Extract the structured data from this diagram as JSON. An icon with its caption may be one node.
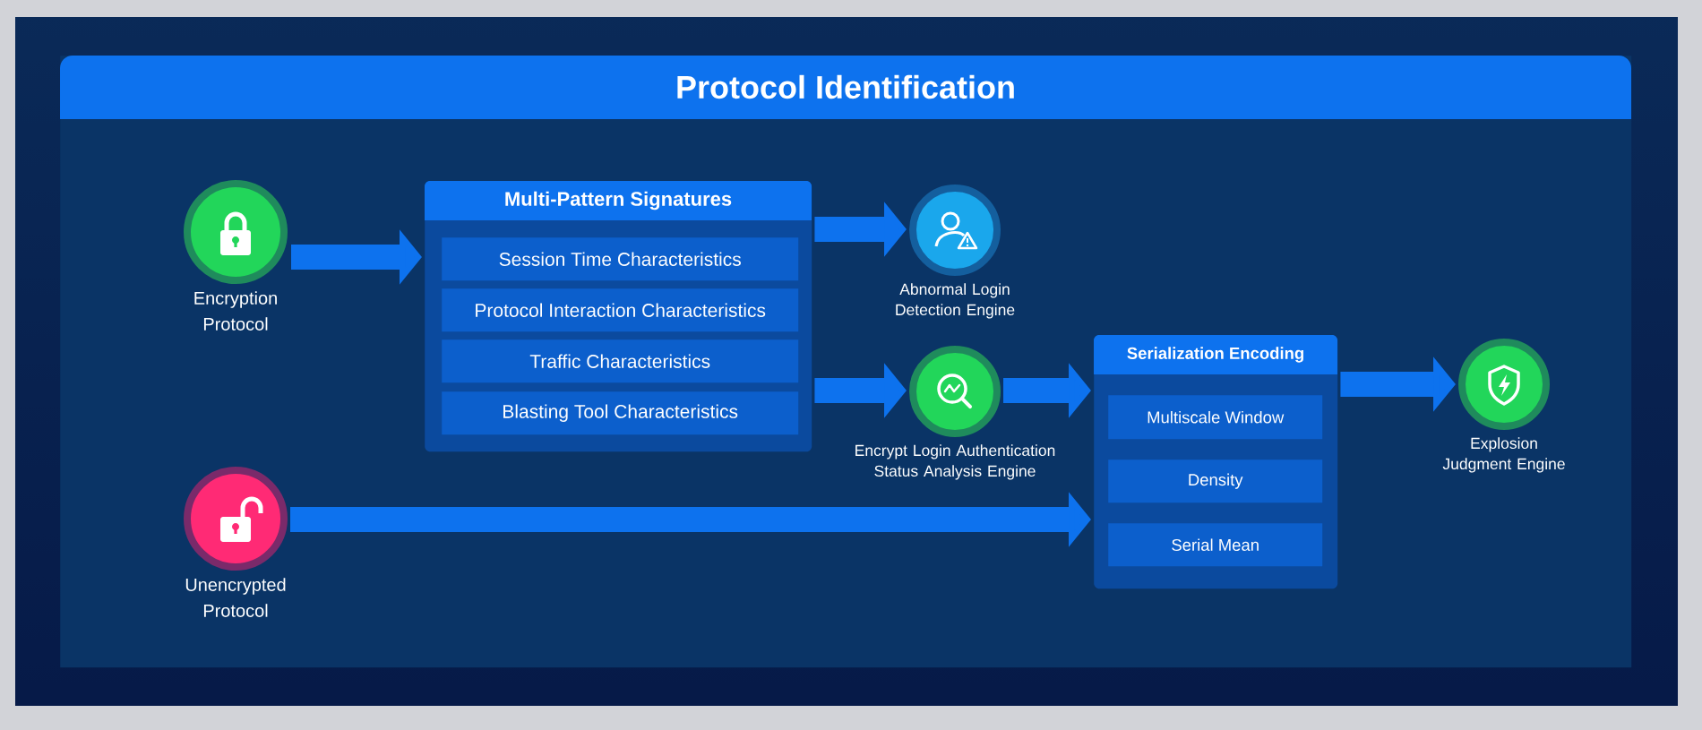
{
  "diagram": {
    "nodes": [
      {
        "text": [
          "Protocol Identification"
        ]
      },
      {
        "text": [
          "Encryption Protocol"
        ],
        "in": 0
      },
      {
        "text": [
          "Multi-Pattern Signatures"
        ],
        "in": 0
      },
      {
        "text": [
          "Session Time Characteristics"
        ],
        "in": 2
      },
      {
        "text": [
          "Protocol Interaction Characteristics"
        ],
        "in": 2
      },
      {
        "text": [
          "Traffic Characteristics"
        ],
        "in": 2
      },
      {
        "text": [
          "Blasting Tool Characteristics"
        ],
        "in": 2
      },
      {
        "text": [
          "Abnormal Login Detection Engine"
        ],
        "in": 0
      },
      {
        "text": [
          "Encrypt Login Authentication Status Analysis Engine"
        ],
        "in": 0
      },
      {
        "text": [
          "Unencrypted Protocol"
        ],
        "in": 0
      },
      {
        "text": [
          "Serialization Encoding"
        ],
        "in": 0
      },
      {
        "text": [
          "Multiscale Window"
        ],
        "in": 10
      },
      {
        "text": [
          "Density"
        ],
        "in": 10
      },
      {
        "text": [
          "Serial Mean"
        ],
        "in": 10
      },
      {
        "text": [
          "Explosion Judgment Engine"
        ],
        "in": 0
      }
    ],
    "edges": [
      {
        "from": 1,
        "to": 2,
        "arrow": "to"
      },
      {
        "from": 2,
        "to": 7,
        "arrow": "to"
      },
      {
        "from": 2,
        "to": 8,
        "arrow": "to"
      },
      {
        "from": 8,
        "to": 10,
        "arrow": "to"
      },
      {
        "from": 9,
        "to": 10,
        "arrow": "to"
      },
      {
        "from": 10,
        "to": 14,
        "arrow": "to"
      }
    ]
  }
}
